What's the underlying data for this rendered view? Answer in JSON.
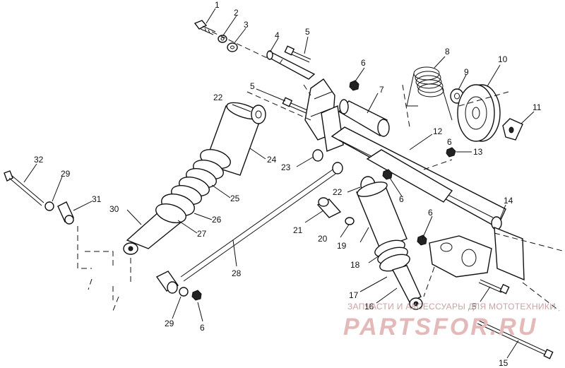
{
  "callouts": [
    {
      "label": "1"
    },
    {
      "label": "2"
    },
    {
      "label": "3"
    },
    {
      "label": "4"
    },
    {
      "label": "5"
    },
    {
      "label": "6"
    },
    {
      "label": "5"
    },
    {
      "label": "7"
    },
    {
      "label": "8"
    },
    {
      "label": "9"
    },
    {
      "label": "10"
    },
    {
      "label": "11"
    },
    {
      "label": "12"
    },
    {
      "label": "6"
    },
    {
      "label": "13"
    },
    {
      "label": "22"
    },
    {
      "label": "24"
    },
    {
      "label": "23"
    },
    {
      "label": "22"
    },
    {
      "label": "6"
    },
    {
      "label": "25"
    },
    {
      "label": "32"
    },
    {
      "label": "29"
    },
    {
      "label": "31"
    },
    {
      "label": "30"
    },
    {
      "label": "26"
    },
    {
      "label": "27"
    },
    {
      "label": "21"
    },
    {
      "label": "20"
    },
    {
      "label": "19"
    },
    {
      "label": "14"
    },
    {
      "label": "6"
    },
    {
      "label": "28"
    },
    {
      "label": "18"
    },
    {
      "label": "17"
    },
    {
      "label": "16"
    },
    {
      "label": "5"
    },
    {
      "label": "29"
    },
    {
      "label": "6"
    },
    {
      "label": "15"
    }
  ],
  "watermark": {
    "subtitle": "ЗАПЧАСТИ И АКСЕССУАРЫ ДЛЯ МОТОТЕХНИКИ",
    "brand": "PARTSFOR.RU"
  },
  "colors": {
    "line": "#111111",
    "watermark": "#e4b9b9"
  }
}
